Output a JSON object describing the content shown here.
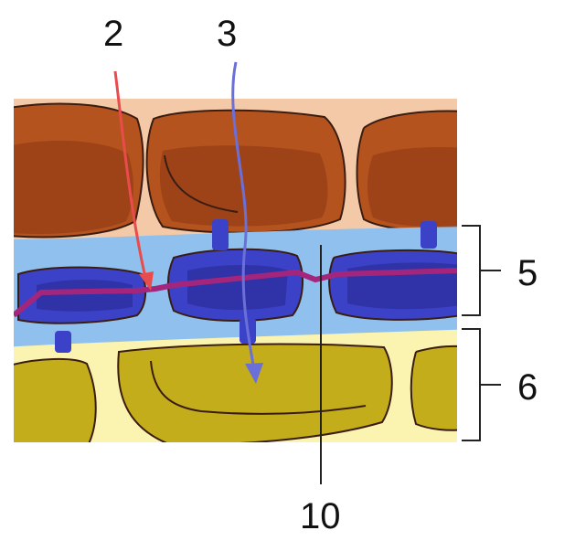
{
  "labels": {
    "l2": "2",
    "l3": "3",
    "l5": "5",
    "l6": "6",
    "l10": "10"
  },
  "colors": {
    "background": "#ffffff",
    "upper_cell_wall": "#f3c9a8",
    "upper_cell_fill": "#b4531e",
    "upper_cell_dark": "#8c3714",
    "middle_band": "#8fc0ee",
    "middle_cell_fill": "#3c42c8",
    "middle_cell_dark": "#2a2e98",
    "middle_strand": "#a3267c",
    "lower_cell_wall": "#fbf3b0",
    "lower_cell_fill": "#c4ad1a",
    "lower_cell_dark": "#8f7d10",
    "arrow_2": "#e84c4c",
    "arrow_3": "#6b6fd8",
    "bracket_line": "#222222"
  }
}
